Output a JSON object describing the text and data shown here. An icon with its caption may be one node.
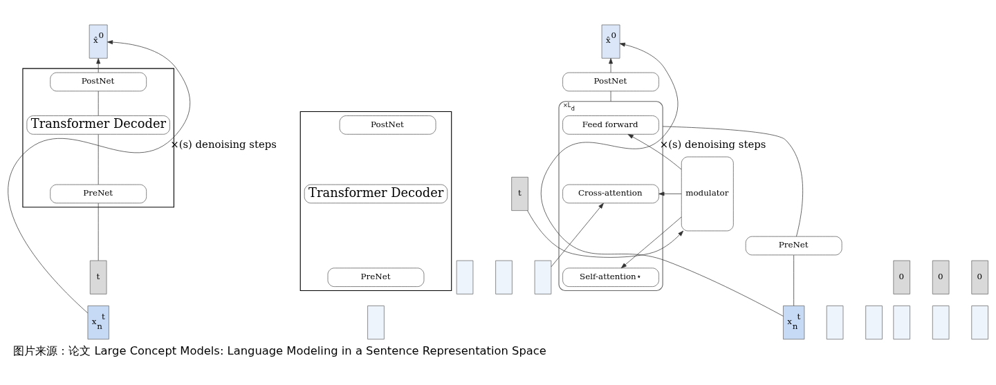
{
  "diagram": {
    "caption": "图片来源：论文 Large Concept Models: Language Modeling in a Sentence Representation Space",
    "nodes": [
      {
        "text": [
          "x̂$^{0}$"
        ]
      },
      {
        "text": [],
        "shape": "box"
      },
      {
        "text": [
          "PostNet"
        ],
        "in": 1
      },
      {
        "text": [
          "Transformer Decoder"
        ],
        "in": 1
      },
      {
        "text": [
          "PreNet"
        ],
        "in": 1
      },
      {
        "text": [
          "0"
        ]
      },
      {
        "text": [
          "0"
        ]
      },
      {
        "text": [
          "0"
        ]
      },
      {
        "text": [
          "t"
        ]
      },
      {
        "text": [],
        "shape": "box"
      },
      {
        "text": [],
        "shape": "box"
      },
      {
        "text": [],
        "shape": "box"
      },
      {
        "text": [
          "x$_{n}$$^{t}$"
        ]
      },
      {
        "text": [
          "x̂$^{0}$"
        ]
      },
      {
        "text": [],
        "shape": "box"
      },
      {
        "text": [],
        "shape": "box"
      },
      {
        "text": [],
        "shape": "box"
      },
      {
        "text": [
          "PostNet"
        ]
      },
      {
        "text": [
          "×L$_{d}$"
        ]
      },
      {
        "text": [
          "Feed forward"
        ],
        "in": 18
      },
      {
        "text": [
          "Cross-attention"
        ],
        "in": 18
      },
      {
        "text": [
          "Self-attention⋆"
        ],
        "in": 18
      },
      {
        "text": [],
        "shape": "box"
      },
      {
        "text": [
          "PostNet"
        ],
        "in": 22
      },
      {
        "text": [
          "Transformer Decoder"
        ],
        "in": 22
      },
      {
        "text": [
          "PreNet"
        ],
        "in": 22
      },
      {
        "text": [
          "modulator"
        ]
      },
      {
        "text": [
          "t"
        ]
      },
      {
        "text": [
          "PreNet"
        ]
      },
      {
        "text": [],
        "shape": "box"
      },
      {
        "text": [],
        "shape": "box"
      },
      {
        "text": [],
        "shape": "box"
      },
      {
        "text": [
          "x$_{n}$$^{t}$"
        ]
      }
    ],
    "edges": [
      {
        "from": 8,
        "to": 4,
        "arrow": "none"
      },
      {
        "from": 4,
        "to": 3,
        "arrow": "none"
      },
      {
        "from": 3,
        "to": 2,
        "arrow": "none"
      },
      {
        "from": 2,
        "to": 0,
        "arrow": "to"
      },
      {
        "from": 12,
        "to": 0,
        "arrow": "to",
        "label": "×(s) denoising steps"
      },
      {
        "from": 32,
        "to": 28,
        "arrow": "none"
      },
      {
        "from": 28,
        "to": 18,
        "arrow": "none"
      },
      {
        "from": 18,
        "to": 17,
        "arrow": "none"
      },
      {
        "from": 17,
        "to": 13,
        "arrow": "to"
      },
      {
        "from": 16,
        "to": 20,
        "arrow": "to"
      },
      {
        "from": 27,
        "to": 26,
        "arrow": "to"
      },
      {
        "from": 26,
        "to": 19,
        "arrow": "to"
      },
      {
        "from": 26,
        "to": 20,
        "arrow": "to"
      },
      {
        "from": 26,
        "to": 21,
        "arrow": "to"
      },
      {
        "from": 32,
        "to": 13,
        "arrow": "to",
        "label": "×(s) denoising steps"
      }
    ]
  }
}
